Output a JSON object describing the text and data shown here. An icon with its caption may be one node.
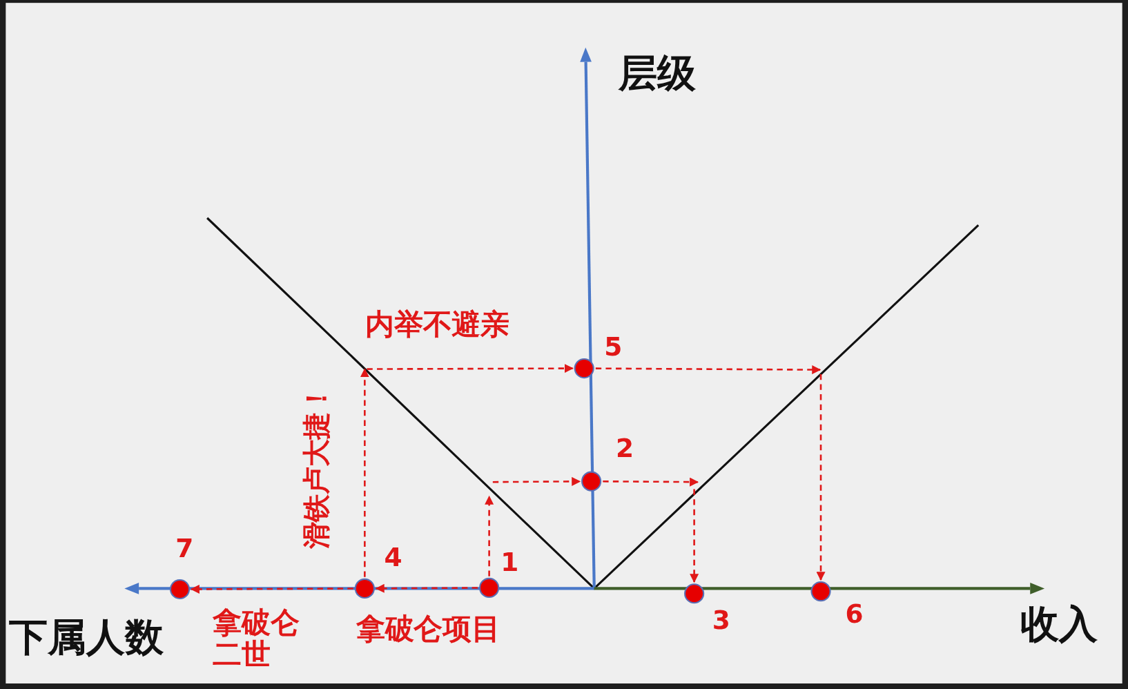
{
  "diagram": {
    "nodes": [
      {
        "text": [],
        "shape": "circle",
        "beside": [
          "7"
        ]
      },
      {
        "text": [],
        "shape": "circle",
        "beside": [
          "4"
        ]
      },
      {
        "text": [],
        "shape": "circle",
        "beside": [
          "1"
        ]
      },
      {
        "text": [],
        "shape": "circle",
        "beside": [
          "5"
        ]
      },
      {
        "text": [],
        "shape": "circle",
        "beside": [
          "2"
        ]
      },
      {
        "text": [],
        "shape": "circle",
        "beside": [
          "3"
        ]
      },
      {
        "text": [],
        "shape": "circle",
        "beside": [
          "6"
        ]
      }
    ],
    "edges": [
      {
        "from": 2,
        "to": null,
        "arrow": "to",
        "style": "dashed"
      },
      {
        "from": null,
        "to": 4,
        "arrow": "to",
        "style": "dashed"
      },
      {
        "from": 4,
        "to": null,
        "arrow": "to",
        "style": "dashed"
      },
      {
        "from": null,
        "to": 5,
        "arrow": "to",
        "style": "dashed"
      },
      {
        "from": 2,
        "to": 1,
        "arrow": "to",
        "style": "dashed",
        "label": "拿破仑项目"
      },
      {
        "from": 1,
        "to": null,
        "arrow": "to",
        "style": "dashed",
        "label": "滑铁卢大捷！"
      },
      {
        "from": null,
        "to": 3,
        "arrow": "to",
        "style": "dashed",
        "label": "内举不避亲"
      },
      {
        "from": 3,
        "to": null,
        "arrow": "to",
        "style": "dashed"
      },
      {
        "from": null,
        "to": 6,
        "arrow": "to",
        "style": "dashed"
      },
      {
        "from": 1,
        "to": 0,
        "arrow": "to",
        "style": "dashed",
        "label": "拿破仑二世"
      }
    ],
    "labels": [
      "层级",
      "收入",
      "下属人数"
    ]
  }
}
